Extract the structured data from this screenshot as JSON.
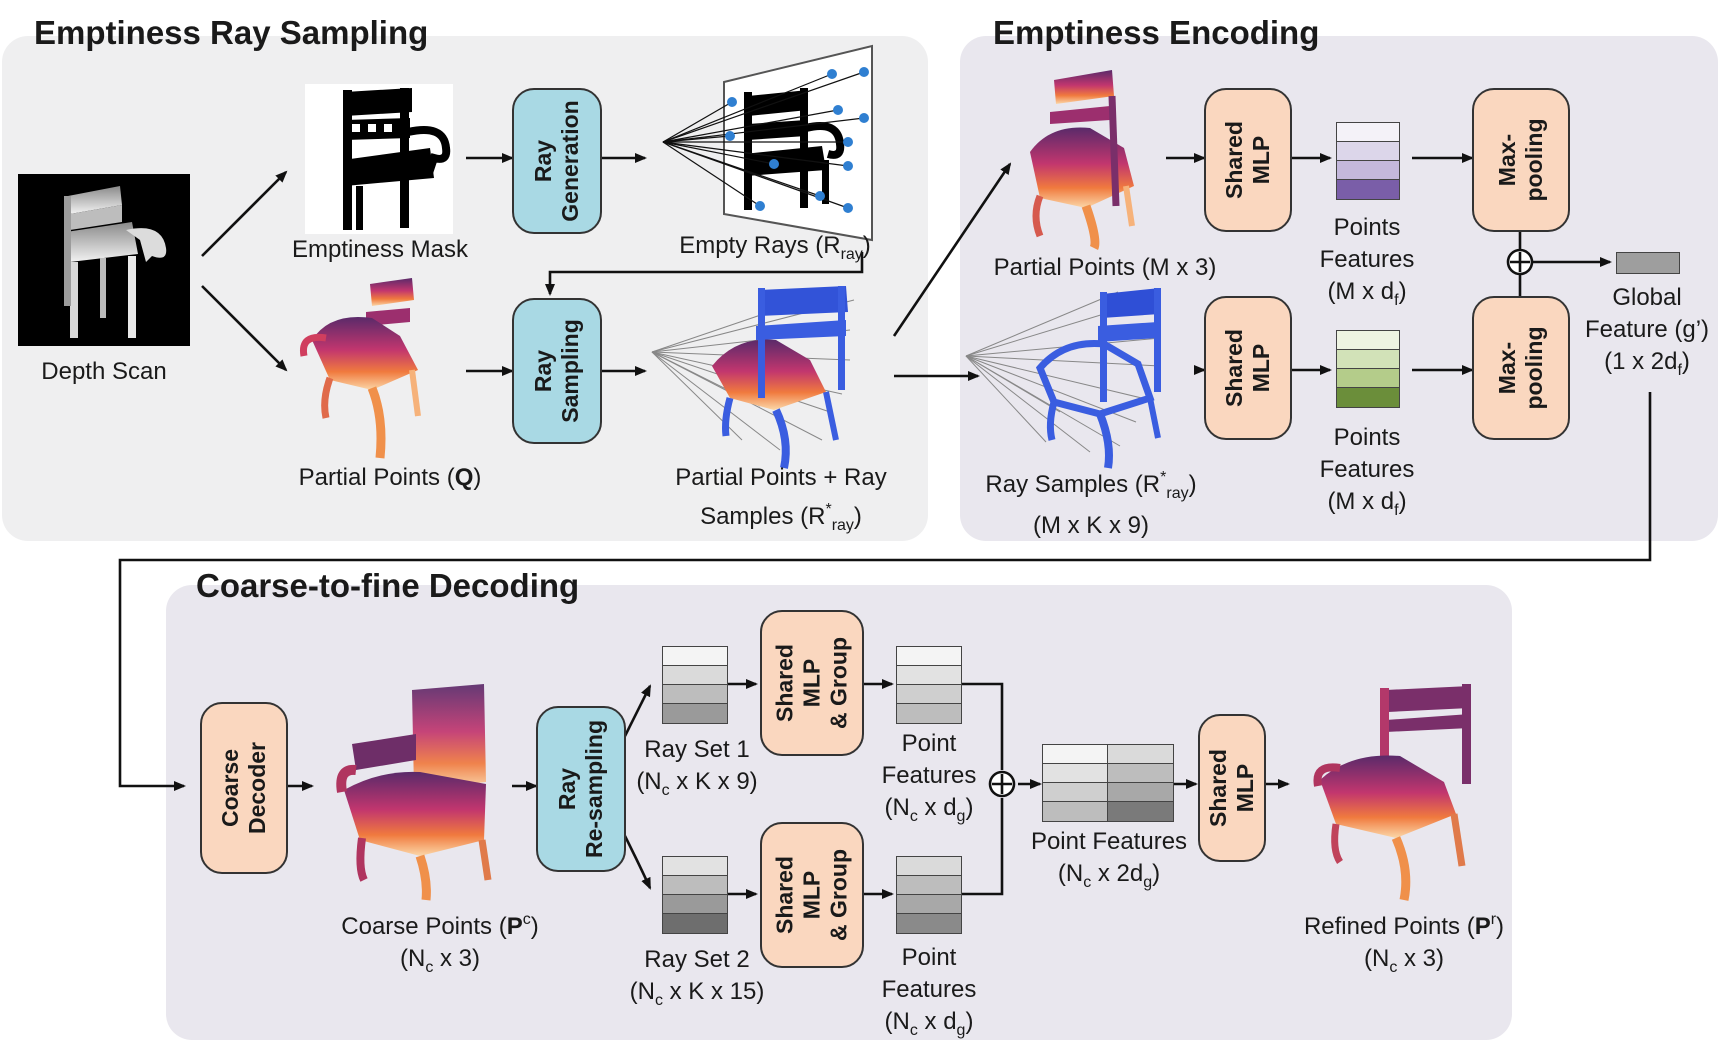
{
  "panels": {
    "sampling": "Emptiness Ray Sampling",
    "encoding": "Emptiness Encoding",
    "decoding": "Coarse-to-fine Decoding"
  },
  "labels": {
    "depth_scan": "Depth Scan",
    "emptiness_mask": "Emptiness Mask",
    "empty_rays": "Empty Rays (R",
    "empty_rays_sub": "ray",
    "partial_q_pre": "Partial Points (",
    "partial_q_bold": "Q",
    "partial_q_post": ")",
    "pp_ray_line1": "Partial Points + Ray",
    "pp_ray_line2_pre": "Samples (R",
    "pp_ray_sup": "*",
    "pp_ray_sub": "ray",
    "pp_ray_post": ")",
    "enc_partial": "Partial Points (M x 3)",
    "enc_ray_pre": "Ray Samples (R",
    "enc_ray_sup": "*",
    "enc_ray_sub": "ray",
    "enc_ray_post": ")",
    "enc_ray_dim": "(M x K x 9)",
    "pf_top_l1": "Points",
    "pf_top_l2": "Features",
    "pf_top_dim_pre": "(M x d",
    "pf_top_dim_sub": "f",
    "pf_top_dim_post": ")",
    "pf_bot_l1": "Points",
    "pf_bot_l2": "Features",
    "pf_bot_dim_pre": "(M x d",
    "pf_bot_dim_sub": "f",
    "pf_bot_dim_post": ")",
    "global_l1": "Global",
    "global_l2": "Feature (g’)",
    "global_dim_pre": "(1 x 2d",
    "global_dim_sub": "f",
    "global_dim_post": ")",
    "coarse_pre": "Coarse Points (",
    "coarse_bold": "P",
    "coarse_sup": "c",
    "coarse_post": ")",
    "coarse_dim_pre": "(N",
    "coarse_dim_sub": "c",
    "coarse_dim_post": " x 3)",
    "rayset1": "Ray Set 1",
    "rayset1_dim_pre": "(N",
    "rayset1_dim_sub": "c",
    "rayset1_dim_post": " x K x 9)",
    "rayset2": "Ray Set 2",
    "rayset2_dim_pre": "(N",
    "rayset2_dim_sub": "c",
    "rayset2_dim_post": " x K x 15)",
    "ptf1_l1": "Point",
    "ptf1_l2": "Features",
    "ptf1_dim_pre": "(N",
    "ptf1_dim_sub": "c",
    "ptf1_dim_mid": " x d",
    "ptf1_dim_sub2": "g",
    "ptf1_dim_post": ")",
    "ptf2_l1": "Point",
    "ptf2_l2": "Features",
    "ptf2_dim_pre": "(N",
    "ptf2_dim_sub": "c",
    "ptf2_dim_mid": " x d",
    "ptf2_dim_sub2": "g",
    "ptf2_dim_post": ")",
    "ptf_cat": "Point Features",
    "ptf_cat_dim_pre": "(N",
    "ptf_cat_dim_sub": "c",
    "ptf_cat_dim_mid": " x 2d",
    "ptf_cat_dim_sub2": "g",
    "ptf_cat_dim_post": ")",
    "refined_pre": "Refined Points (",
    "refined_bold": "P",
    "refined_sup": "r",
    "refined_post": ")",
    "refined_dim_pre": "(N",
    "refined_dim_sub": "c",
    "refined_dim_post": " x 3)"
  },
  "boxes": {
    "ray_gen": [
      "Ray",
      "Generation"
    ],
    "ray_samp": [
      "Ray",
      "Sampling"
    ],
    "mlp_top": [
      "Shared",
      "MLP"
    ],
    "mlp_bot": [
      "Shared",
      "MLP"
    ],
    "maxpool_top": [
      "Max-",
      "pooling"
    ],
    "maxpool_bot": [
      "Max-",
      "pooling"
    ],
    "coarse_dec": [
      "Coarse",
      "Decoder"
    ],
    "ray_resamp": [
      "Ray",
      "Re-sampling"
    ],
    "mlp_group1": [
      "Shared",
      "MLP",
      "& Group"
    ],
    "mlp_group2": [
      "Shared",
      "MLP",
      "& Group"
    ],
    "mlp_final": [
      "Shared",
      "MLP"
    ]
  },
  "operators": {
    "sum": "+"
  },
  "colors": {
    "ray_box": "#a9d9e4",
    "mlp_box": "#fad7bf",
    "panel_grey": "#efeff0",
    "panel_lilac": "#e9e7ee",
    "purple_feature": "#7a5ea8",
    "green_feature": "#6b8e3a",
    "ray_blue": "#2a4fd8"
  }
}
